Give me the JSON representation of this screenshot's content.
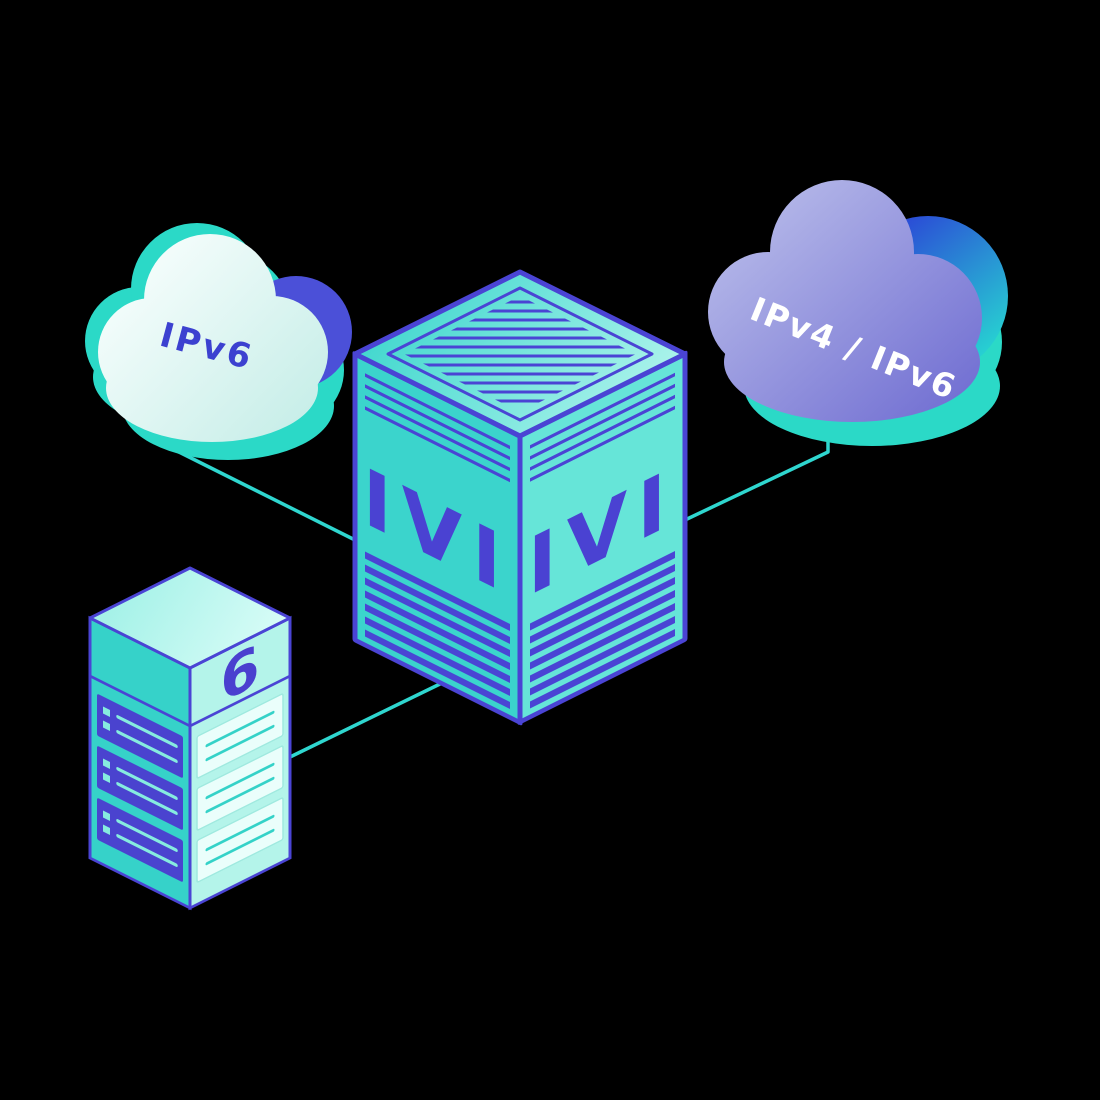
{
  "diagram": {
    "type": "network-translation-illustration",
    "nodes": [
      {
        "id": "ipv6-cloud",
        "type": "cloud",
        "label": "IPv6"
      },
      {
        "id": "ivi-translator",
        "type": "isometric-cube",
        "label_left": "IVI",
        "label_right": "IVI"
      },
      {
        "id": "dual-stack-cloud",
        "type": "cloud",
        "label": "IPv4 / IPv6"
      },
      {
        "id": "ipv6-server",
        "type": "server-tower",
        "label": "6"
      }
    ],
    "edges": [
      {
        "from": "ipv6-cloud",
        "to": "ivi-translator"
      },
      {
        "from": "dual-stack-cloud",
        "to": "ivi-translator"
      },
      {
        "from": "ipv6-server",
        "to": "ivi-translator"
      }
    ]
  },
  "colors": {
    "background": "#000000",
    "connector_line": "#2fd6cf",
    "indigo_outline": "#4a44d4",
    "teal_accent": "#2bd9c7",
    "left_cloud_text": "#3c41d0",
    "right_cloud_text": "#ffffff",
    "cube_text": "#4a42d2",
    "server_text": "#4a40cf"
  }
}
